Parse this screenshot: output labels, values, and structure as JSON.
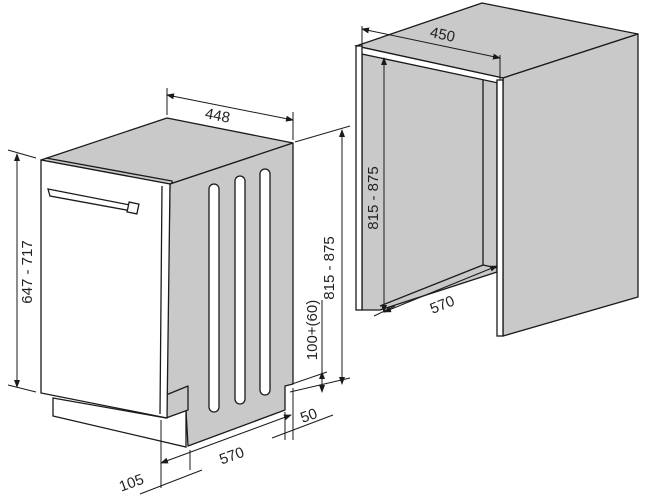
{
  "dishwasher": {
    "width_label": "448",
    "door_height_label": "647 - 717",
    "total_height_label": "815 - 875",
    "plinth_height_label": "100+(60)",
    "plinth_offset_label": "50",
    "depth_label": "570",
    "door_offset_label": "105"
  },
  "niche": {
    "width_label": "450",
    "height_label": "815 - 875",
    "depth_label": "570"
  },
  "colors": {
    "panel": "#c9c9c9",
    "line": "#1a1a1a"
  }
}
